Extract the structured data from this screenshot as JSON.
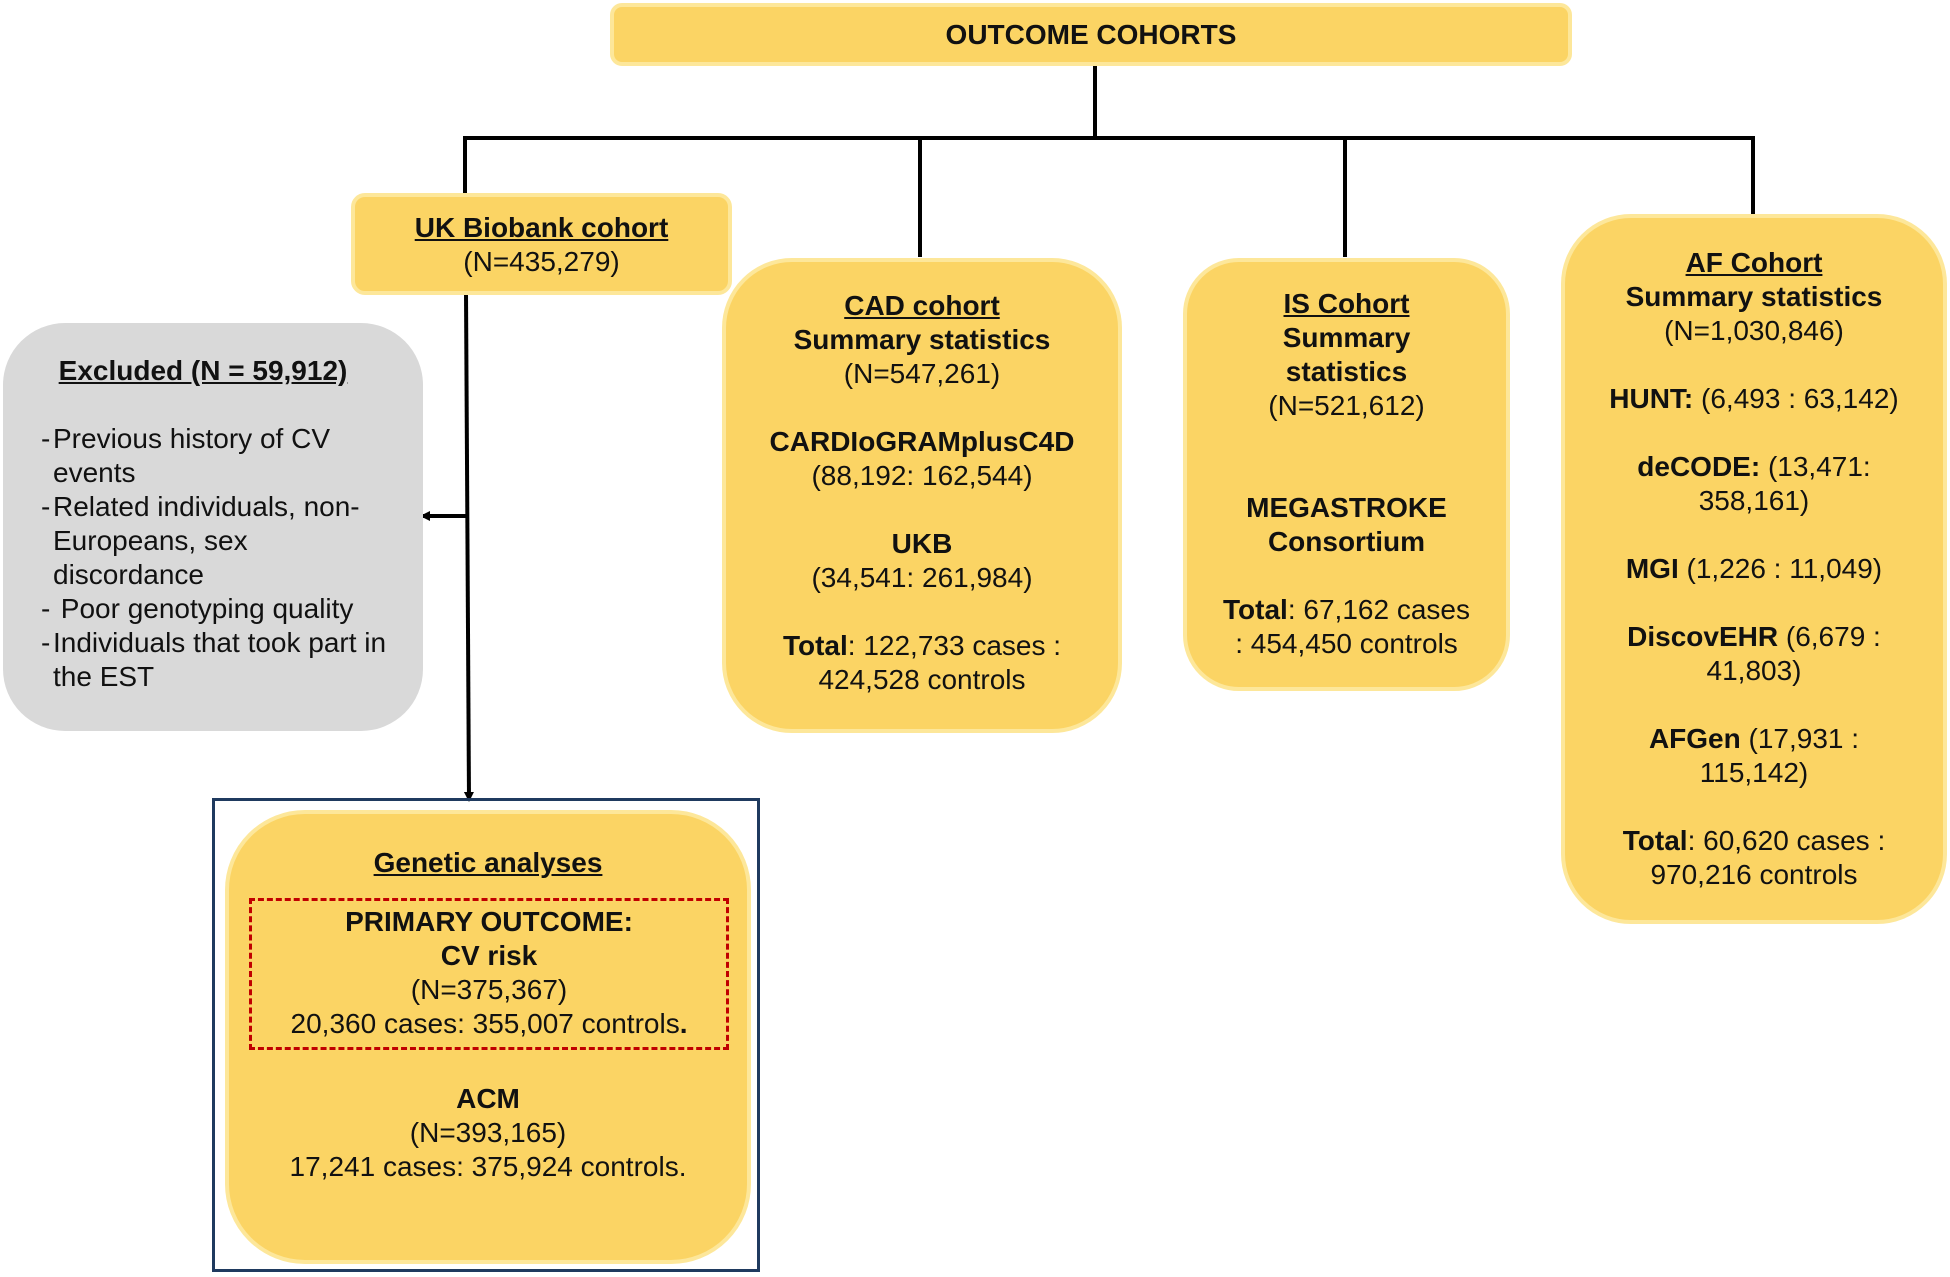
{
  "diagram": {
    "title": "OUTCOME COHORTS",
    "ukb": {
      "title": "UK Biobank cohort",
      "n": "(N=435,279)"
    },
    "excluded": {
      "title": "Excluded (N = 59,912)",
      "items": [
        "Previous history of CV events",
        "Related individuals, non-Europeans, sex discordance",
        " Poor genotyping quality",
        "Individuals that took part in the EST"
      ]
    },
    "genetic": {
      "title": "Genetic analyses",
      "primary_label": "PRIMARY OUTCOME:",
      "primary_name": "CV risk",
      "primary_n": "(N=375,367)",
      "primary_counts": "20,360 cases: 355,007 controls",
      "primary_period": ".",
      "acm_name": "ACM",
      "acm_n": "(N=393,165)",
      "acm_counts": "17,241 cases: 375,924 controls."
    },
    "cad": {
      "title": "CAD cohort",
      "subtitle": "Summary statistics",
      "n": "(N=547,261)",
      "src1_name": "CARDIoGRAMplusC4D",
      "src1_counts": "(88,192: 162,544)",
      "src2_name": "UKB",
      "src2_counts": "(34,541: 261,984)",
      "total_label": "Total",
      "total_line1": ": 122,733 cases :",
      "total_line2": "424,528 controls"
    },
    "is": {
      "title": "IS Cohort",
      "subtitle_1": "Summary",
      "subtitle_2": "statistics",
      "n": "(N=521,612)",
      "src_1": "MEGASTROKE",
      "src_2": "Consortium",
      "total_label": "Total",
      "total_line1": ": 67,162 cases",
      "total_line2": ": 454,450 controls"
    },
    "af": {
      "title": "AF Cohort",
      "subtitle": "Summary statistics",
      "n": "(N=1,030,846)",
      "hunt_name": "HUNT:",
      "hunt_counts": " (6,493 : 63,142)",
      "decode_name": "deCODE:",
      "decode_counts_1": " (13,471:",
      "decode_counts_2": "358,161)",
      "mgi_name": "MGI",
      "mgi_counts": " (1,226 : 11,049)",
      "discov_name": "DiscovEHR",
      "discov_counts_1": " (6,679 :",
      "discov_counts_2": "41,803)",
      "afgen_name": "AFGen",
      "afgen_counts_1": " (17,931 :",
      "afgen_counts_2": "115,142)",
      "total_label": "Total",
      "total_line1": ": 60,620 cases :",
      "total_line2": "970,216 controls"
    }
  },
  "colors": {
    "box_fill": "#fbd464",
    "box_border": "#fde79a",
    "excluded_fill": "#d9d9d9",
    "frame": "#1f3a5f",
    "dashed": "#c00000"
  }
}
